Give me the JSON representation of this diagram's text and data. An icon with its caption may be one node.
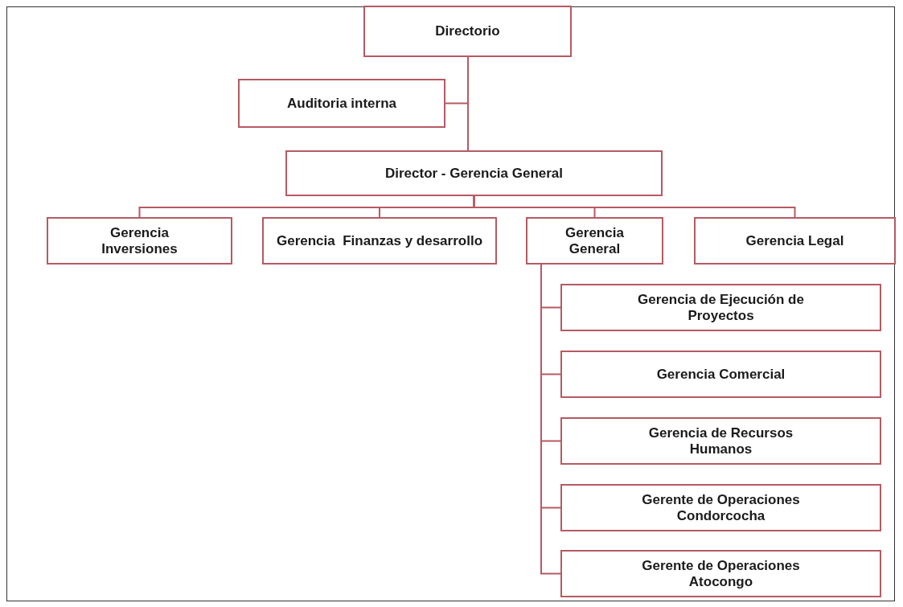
{
  "diagram": {
    "nodes": [
      {
        "text": [
          "Directorio"
        ]
      },
      {
        "text": [
          "Auditoria interna"
        ]
      },
      {
        "text": [
          "Director - Gerencia General"
        ]
      },
      {
        "text": [
          "Gerencia Inversiones"
        ]
      },
      {
        "text": [
          "Gerencia  Finanzas y desarrollo"
        ]
      },
      {
        "text": [
          "Gerencia General"
        ]
      },
      {
        "text": [
          "Gerencia Legal"
        ]
      },
      {
        "text": [
          "Gerencia de Ejecución de Proyectos"
        ]
      },
      {
        "text": [
          "Gerencia Comercial"
        ]
      },
      {
        "text": [
          "Gerencia de Recursos Humanos"
        ]
      },
      {
        "text": [
          "Gerente de Operaciones Condorcocha"
        ]
      },
      {
        "text": [
          "Gerente de Operaciones Atocongo"
        ]
      }
    ],
    "edges": [
      {
        "from": 0,
        "to": 1,
        "arrow": "none"
      },
      {
        "from": 0,
        "to": 2,
        "arrow": "none"
      },
      {
        "from": 2,
        "to": 3,
        "arrow": "none"
      },
      {
        "from": 2,
        "to": 4,
        "arrow": "none"
      },
      {
        "from": 2,
        "to": 5,
        "arrow": "none"
      },
      {
        "from": 2,
        "to": 6,
        "arrow": "none"
      },
      {
        "from": 5,
        "to": 7,
        "arrow": "none"
      },
      {
        "from": 5,
        "to": 8,
        "arrow": "none"
      },
      {
        "from": 5,
        "to": 9,
        "arrow": "none"
      },
      {
        "from": 5,
        "to": 10,
        "arrow": "none"
      },
      {
        "from": 5,
        "to": 11,
        "arrow": "none"
      }
    ]
  }
}
